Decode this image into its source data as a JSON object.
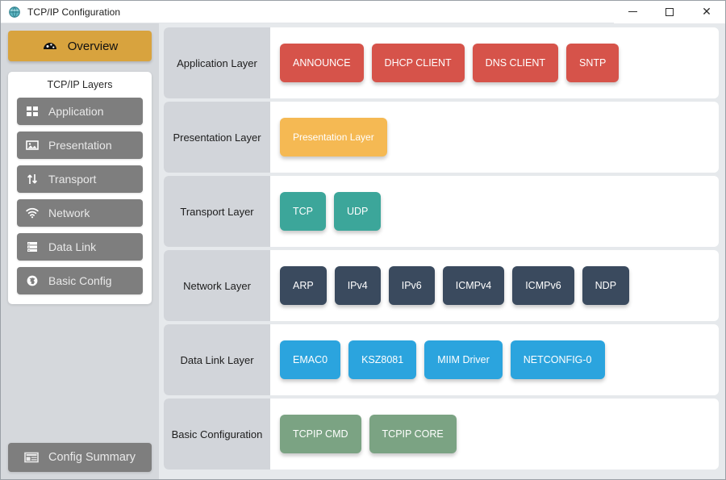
{
  "window": {
    "title": "TCP/IP Configuration",
    "app_icon": "globe-network-icon",
    "controls": {
      "minimize": "minimize-icon",
      "maximize": "maximize-icon",
      "close": "close-icon"
    }
  },
  "sidebar": {
    "overview": {
      "label": "Overview",
      "icon": "dashboard-gauge-icon",
      "color": "#d8a33e"
    },
    "layers_card_title": "TCP/IP Layers",
    "items": [
      {
        "label": "Application",
        "icon": "grid-squares-icon"
      },
      {
        "label": "Presentation",
        "icon": "image-picture-icon"
      },
      {
        "label": "Transport",
        "icon": "up-down-arrows-icon"
      },
      {
        "label": "Network",
        "icon": "wifi-icon"
      },
      {
        "label": "Data Link",
        "icon": "server-stack-icon"
      },
      {
        "label": "Basic Config",
        "icon": "globe-icon"
      }
    ],
    "config_summary": {
      "label": "Config Summary",
      "icon": "window-panel-icon"
    }
  },
  "colors": {
    "application": "#d6534a",
    "presentation": "#f5b953",
    "transport": "#3ca69a",
    "network": "#3a4a5e",
    "datalink": "#2ba4de",
    "basic": "#7ba383",
    "accent": "#d8a33e",
    "sidebar_item": "#7e7e7e",
    "row_label_bg": "#d2d5da"
  },
  "main": {
    "rows": [
      {
        "label": "Application Layer",
        "color": "#d6534a",
        "chips": [
          "ANNOUNCE",
          "DHCP CLIENT",
          "DNS CLIENT",
          "SNTP"
        ]
      },
      {
        "label": "Presentation Layer",
        "color": "#f5b953",
        "chips": [
          "Presentation Layer"
        ]
      },
      {
        "label": "Transport Layer",
        "color": "#3ca69a",
        "chips": [
          "TCP",
          "UDP"
        ]
      },
      {
        "label": "Network Layer",
        "color": "#3a4a5e",
        "chips": [
          "ARP",
          "IPv4",
          "IPv6",
          "ICMPv4",
          "ICMPv6",
          "NDP"
        ]
      },
      {
        "label": "Data Link Layer",
        "color": "#2ba4de",
        "chips": [
          "EMAC0",
          "KSZ8081",
          "MIIM Driver",
          "NETCONFIG-0"
        ]
      },
      {
        "label": "Basic Configuration",
        "color": "#7ba383",
        "chips": [
          "TCPIP CMD",
          "TCPIP CORE"
        ]
      }
    ]
  }
}
